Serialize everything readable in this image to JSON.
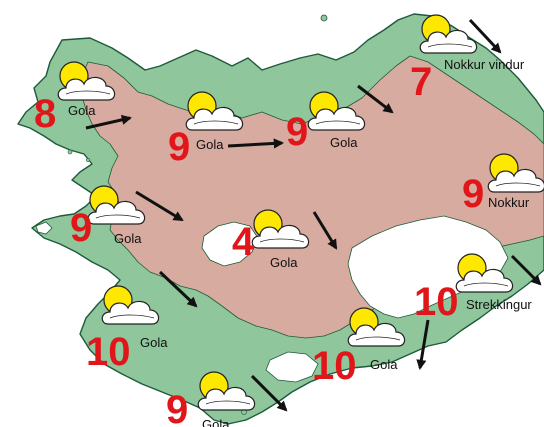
{
  "colors": {
    "sea": "#ffffff",
    "lowland": "#8fc69b",
    "highland": "#d7ab9f",
    "glacier": "#ffffff",
    "outline": "#1d5a3a",
    "temperature": "#e0161b",
    "sun": "#ffe800",
    "cloud": "#ffffff",
    "arrow": "#111111"
  },
  "stations": [
    {
      "id": "nw-westfjords",
      "temperature": "8",
      "wind": "Gola",
      "weather_icon": "sun-behind-cloud-icon",
      "wind_arrow_direction": "east"
    },
    {
      "id": "north-west",
      "temperature": "9",
      "wind": "Gola",
      "weather_icon": "sun-behind-cloud-icon",
      "wind_arrow_direction": "east"
    },
    {
      "id": "north-central",
      "temperature": "9",
      "wind": "Gola",
      "weather_icon": "sun-behind-cloud-icon",
      "wind_arrow_direction": "south-east"
    },
    {
      "id": "north-east",
      "temperature": "7",
      "wind": "Nokkur vindur",
      "weather_icon": "sun-behind-cloud-icon",
      "wind_arrow_direction": "south-east"
    },
    {
      "id": "east",
      "temperature": "9",
      "wind": "Nokkur",
      "weather_icon": "sun-behind-cloud-icon",
      "wind_arrow_direction": "south-east"
    },
    {
      "id": "west",
      "temperature": "9",
      "wind": "Gola",
      "weather_icon": "sun-behind-cloud-icon",
      "wind_arrow_direction": "south-east"
    },
    {
      "id": "highlands",
      "temperature": "4",
      "wind": "Gola",
      "weather_icon": "sun-behind-cloud-icon",
      "wind_arrow_direction": "south-east"
    },
    {
      "id": "south-east",
      "temperature": "10",
      "wind": "Strekkingur",
      "weather_icon": "sun-behind-cloud-icon",
      "wind_arrow_direction": "south-east"
    },
    {
      "id": "south-west",
      "temperature": "10",
      "wind": "Gola",
      "weather_icon": "sun-behind-cloud-icon",
      "wind_arrow_direction": "south-east"
    },
    {
      "id": "south",
      "temperature": "10",
      "wind": "Gola",
      "weather_icon": "sun-behind-cloud-icon",
      "wind_arrow_direction": "south"
    },
    {
      "id": "south-coast",
      "temperature": "9",
      "wind": "Gola",
      "weather_icon": "sun-behind-cloud-icon",
      "wind_arrow_direction": "south-east"
    }
  ]
}
